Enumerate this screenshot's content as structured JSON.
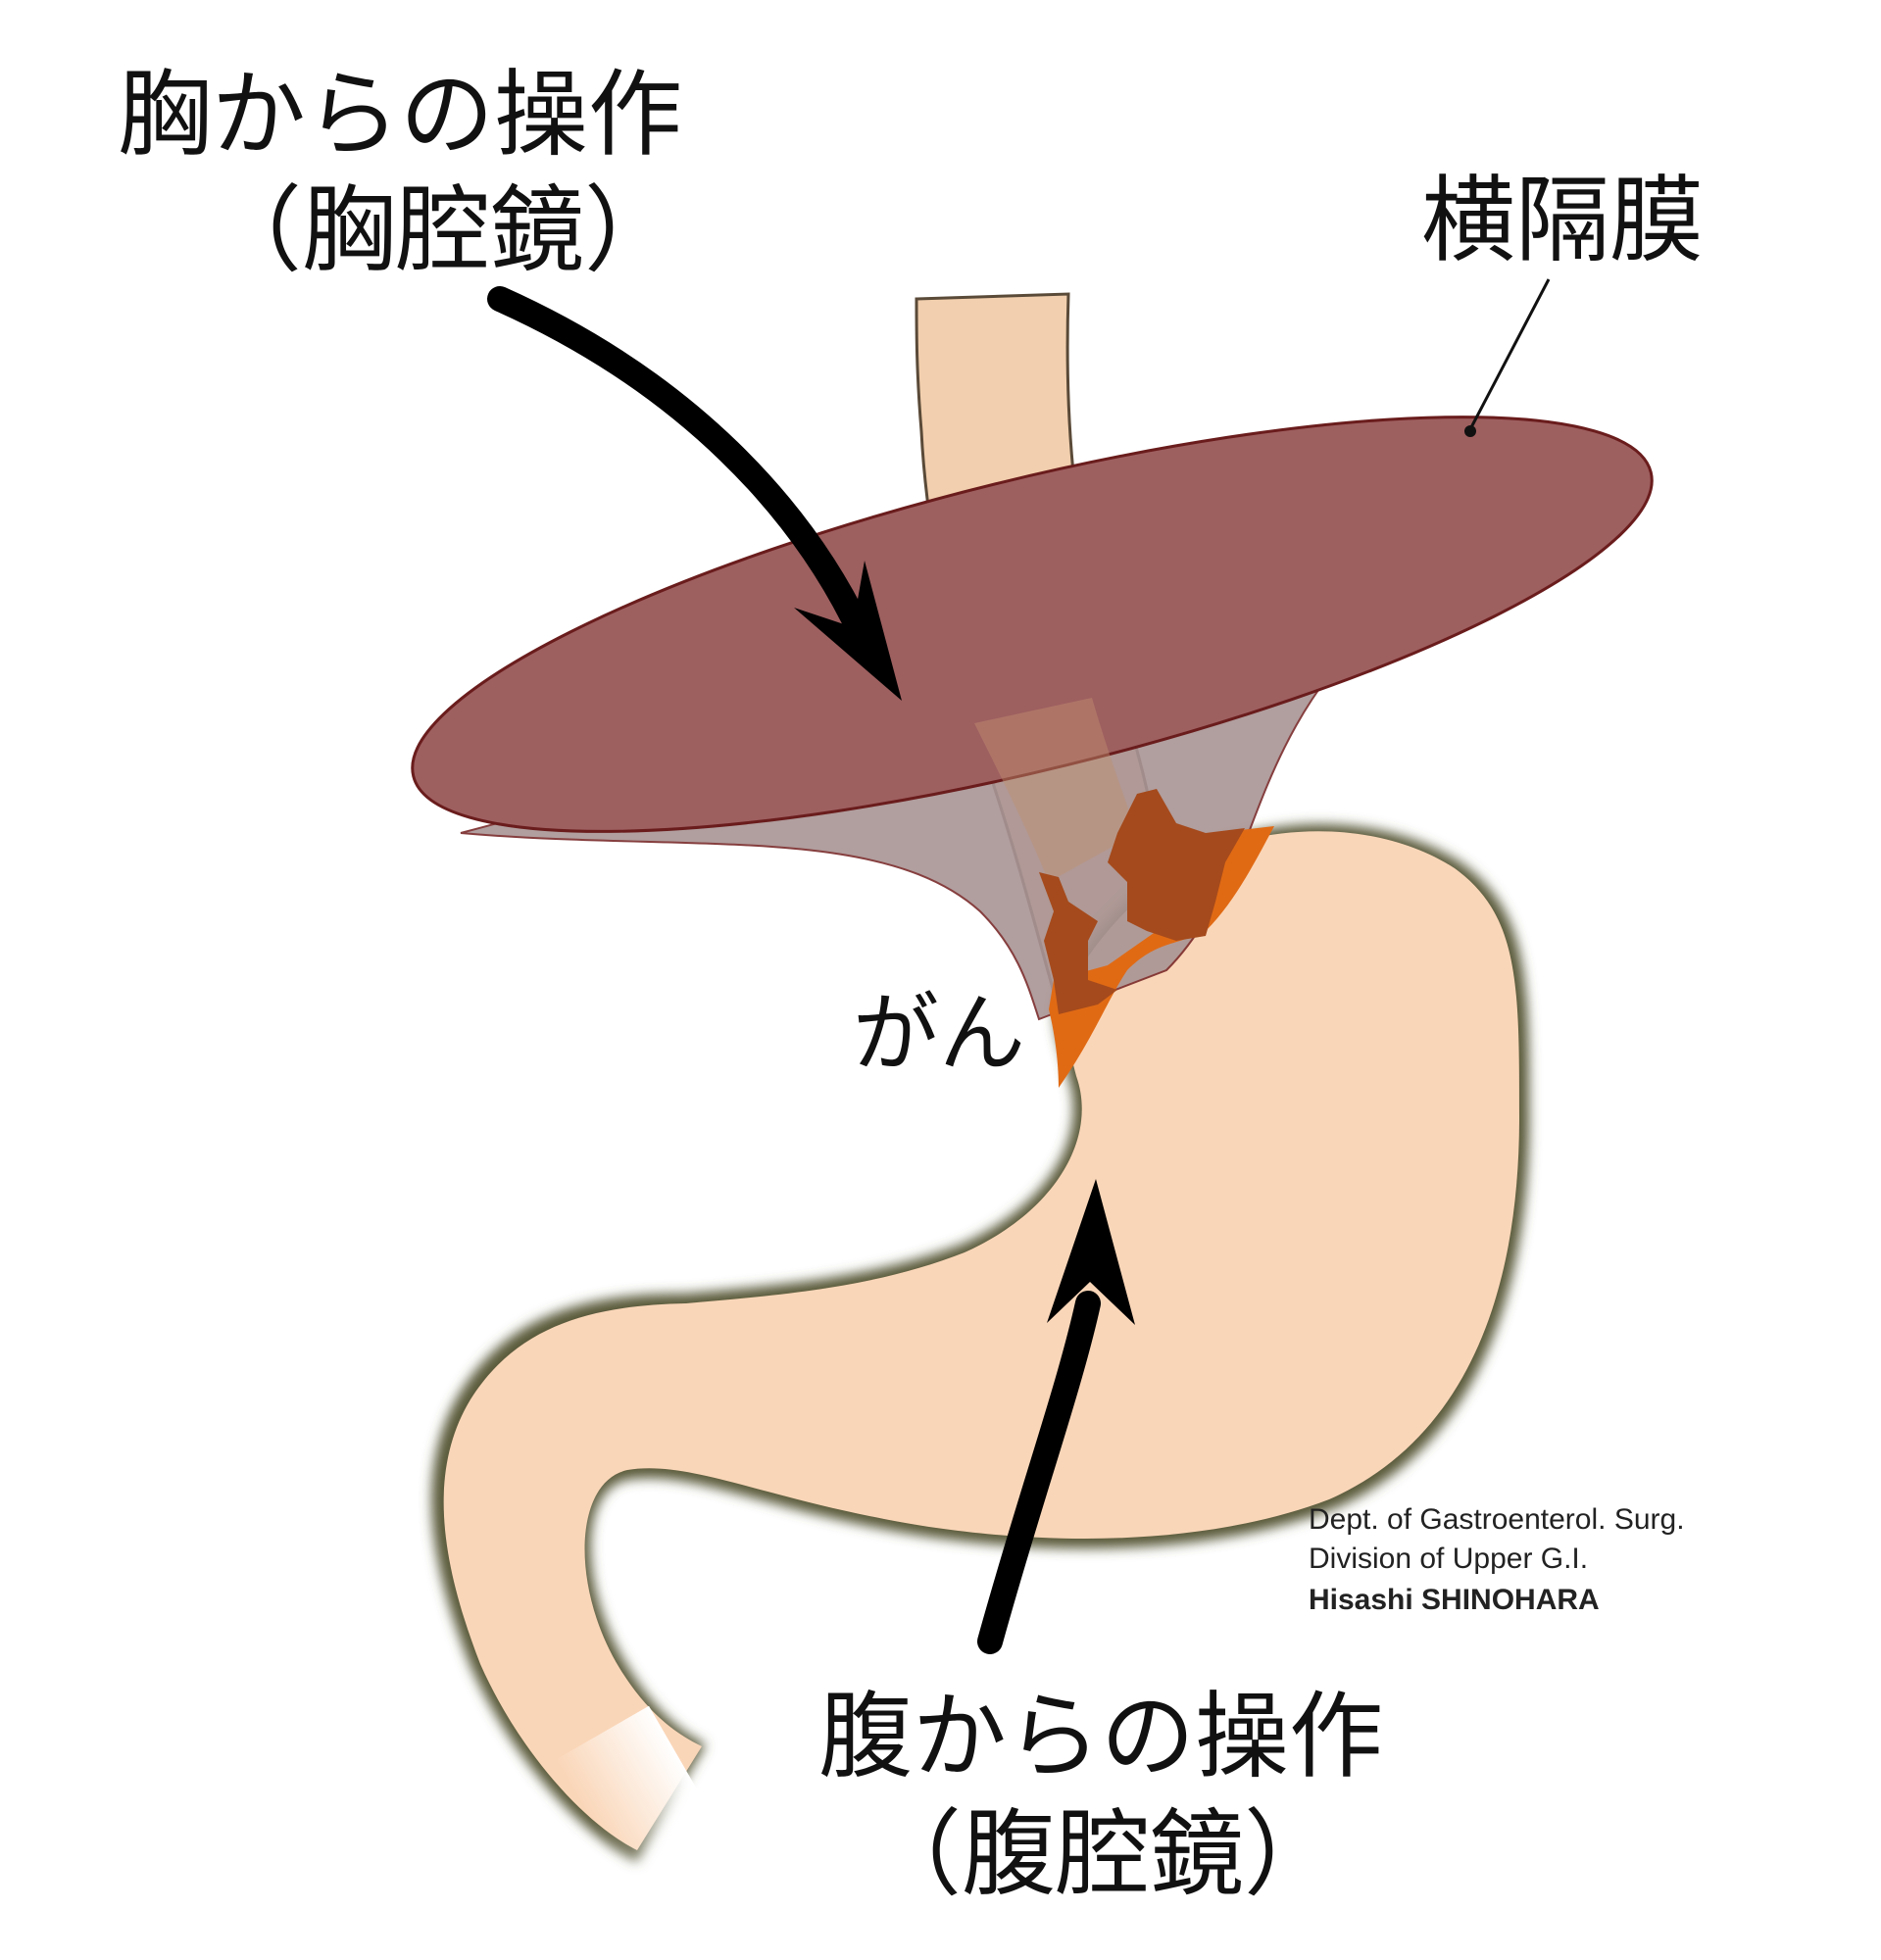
{
  "labels": {
    "thoracic_line1": "胸からの操作",
    "thoracic_line2": "（胸腔鏡）",
    "diaphragm": "横隔膜",
    "cancer": "がん",
    "abdominal_line1": "腹からの操作",
    "abdominal_line2": "（腹腔鏡）"
  },
  "credit": {
    "line1": "Dept. of Gastroenterol. Surg.",
    "line2": "Division of Upper G.I.",
    "line3": "Hisashi SHINOHARA"
  },
  "colors": {
    "stomach": "#fad6b8",
    "esophagus": "#f2cfae",
    "diaphragm": "#9e5f5f",
    "diaphragm_tent": "#a99494",
    "tumor_dark": "#a54a1c",
    "tumor_light": "#e06a14",
    "arrow": "#000000"
  }
}
